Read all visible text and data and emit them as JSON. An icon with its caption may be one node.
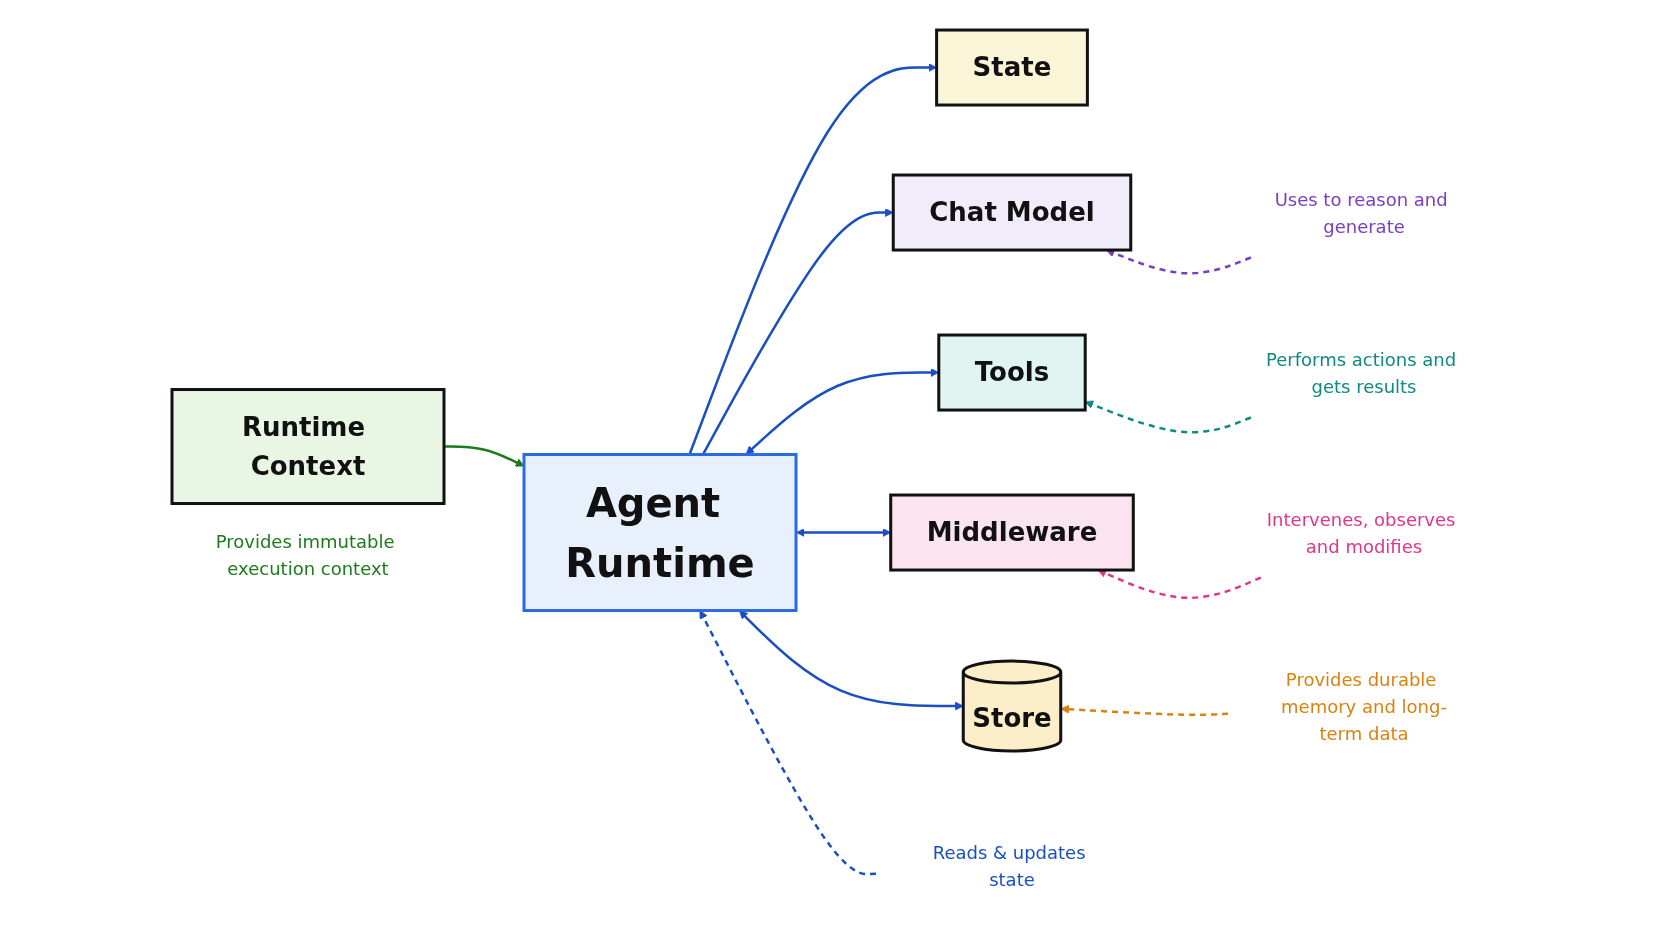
{
  "diagram": {
    "nodes": [
      {
        "text": [
          "Runtime Context"
        ],
        "beside": [
          "Provides immutable execution context"
        ]
      },
      {
        "text": [
          "Agent Runtime"
        ]
      },
      {
        "text": [
          "State"
        ]
      },
      {
        "text": [
          "Chat Model"
        ]
      },
      {
        "text": [
          "Tools"
        ]
      },
      {
        "text": [
          "Middleware"
        ]
      },
      {
        "text": [
          "Store"
        ]
      },
      {
        "text": [
          "Reads & updates state"
        ]
      },
      {
        "text": [
          "Uses to reason and generate"
        ]
      },
      {
        "text": [
          "Performs actions and gets results"
        ]
      },
      {
        "text": [
          "Intervenes, observes and modifies"
        ]
      },
      {
        "text": [
          "Provides durable memory and long-term data"
        ]
      }
    ],
    "edges": [
      {
        "from": 0,
        "to": 1,
        "arrow": "to",
        "color": "#1e7a1e"
      },
      {
        "from": 1,
        "to": 2,
        "arrow": "to"
      },
      {
        "from": 1,
        "to": 3,
        "arrow": "to"
      },
      {
        "from": 1,
        "to": 4,
        "arrow": "both"
      },
      {
        "from": 1,
        "to": 5,
        "arrow": "both"
      },
      {
        "from": 1,
        "to": 6,
        "arrow": "both"
      },
      {
        "from": 7,
        "to": 1,
        "arrow": "to",
        "style": "dashed"
      },
      {
        "from": 8,
        "to": 3,
        "arrow": "to",
        "style": "dashed",
        "color": "#7a3fc0"
      },
      {
        "from": 9,
        "to": 4,
        "arrow": "to",
        "style": "dashed",
        "color": "#0f8a80"
      },
      {
        "from": 10,
        "to": 5,
        "arrow": "to",
        "style": "dashed",
        "color": "#e0368a"
      },
      {
        "from": 11,
        "to": 6,
        "arrow": "to",
        "style": "dashed",
        "color": "#d9820f"
      }
    ]
  }
}
